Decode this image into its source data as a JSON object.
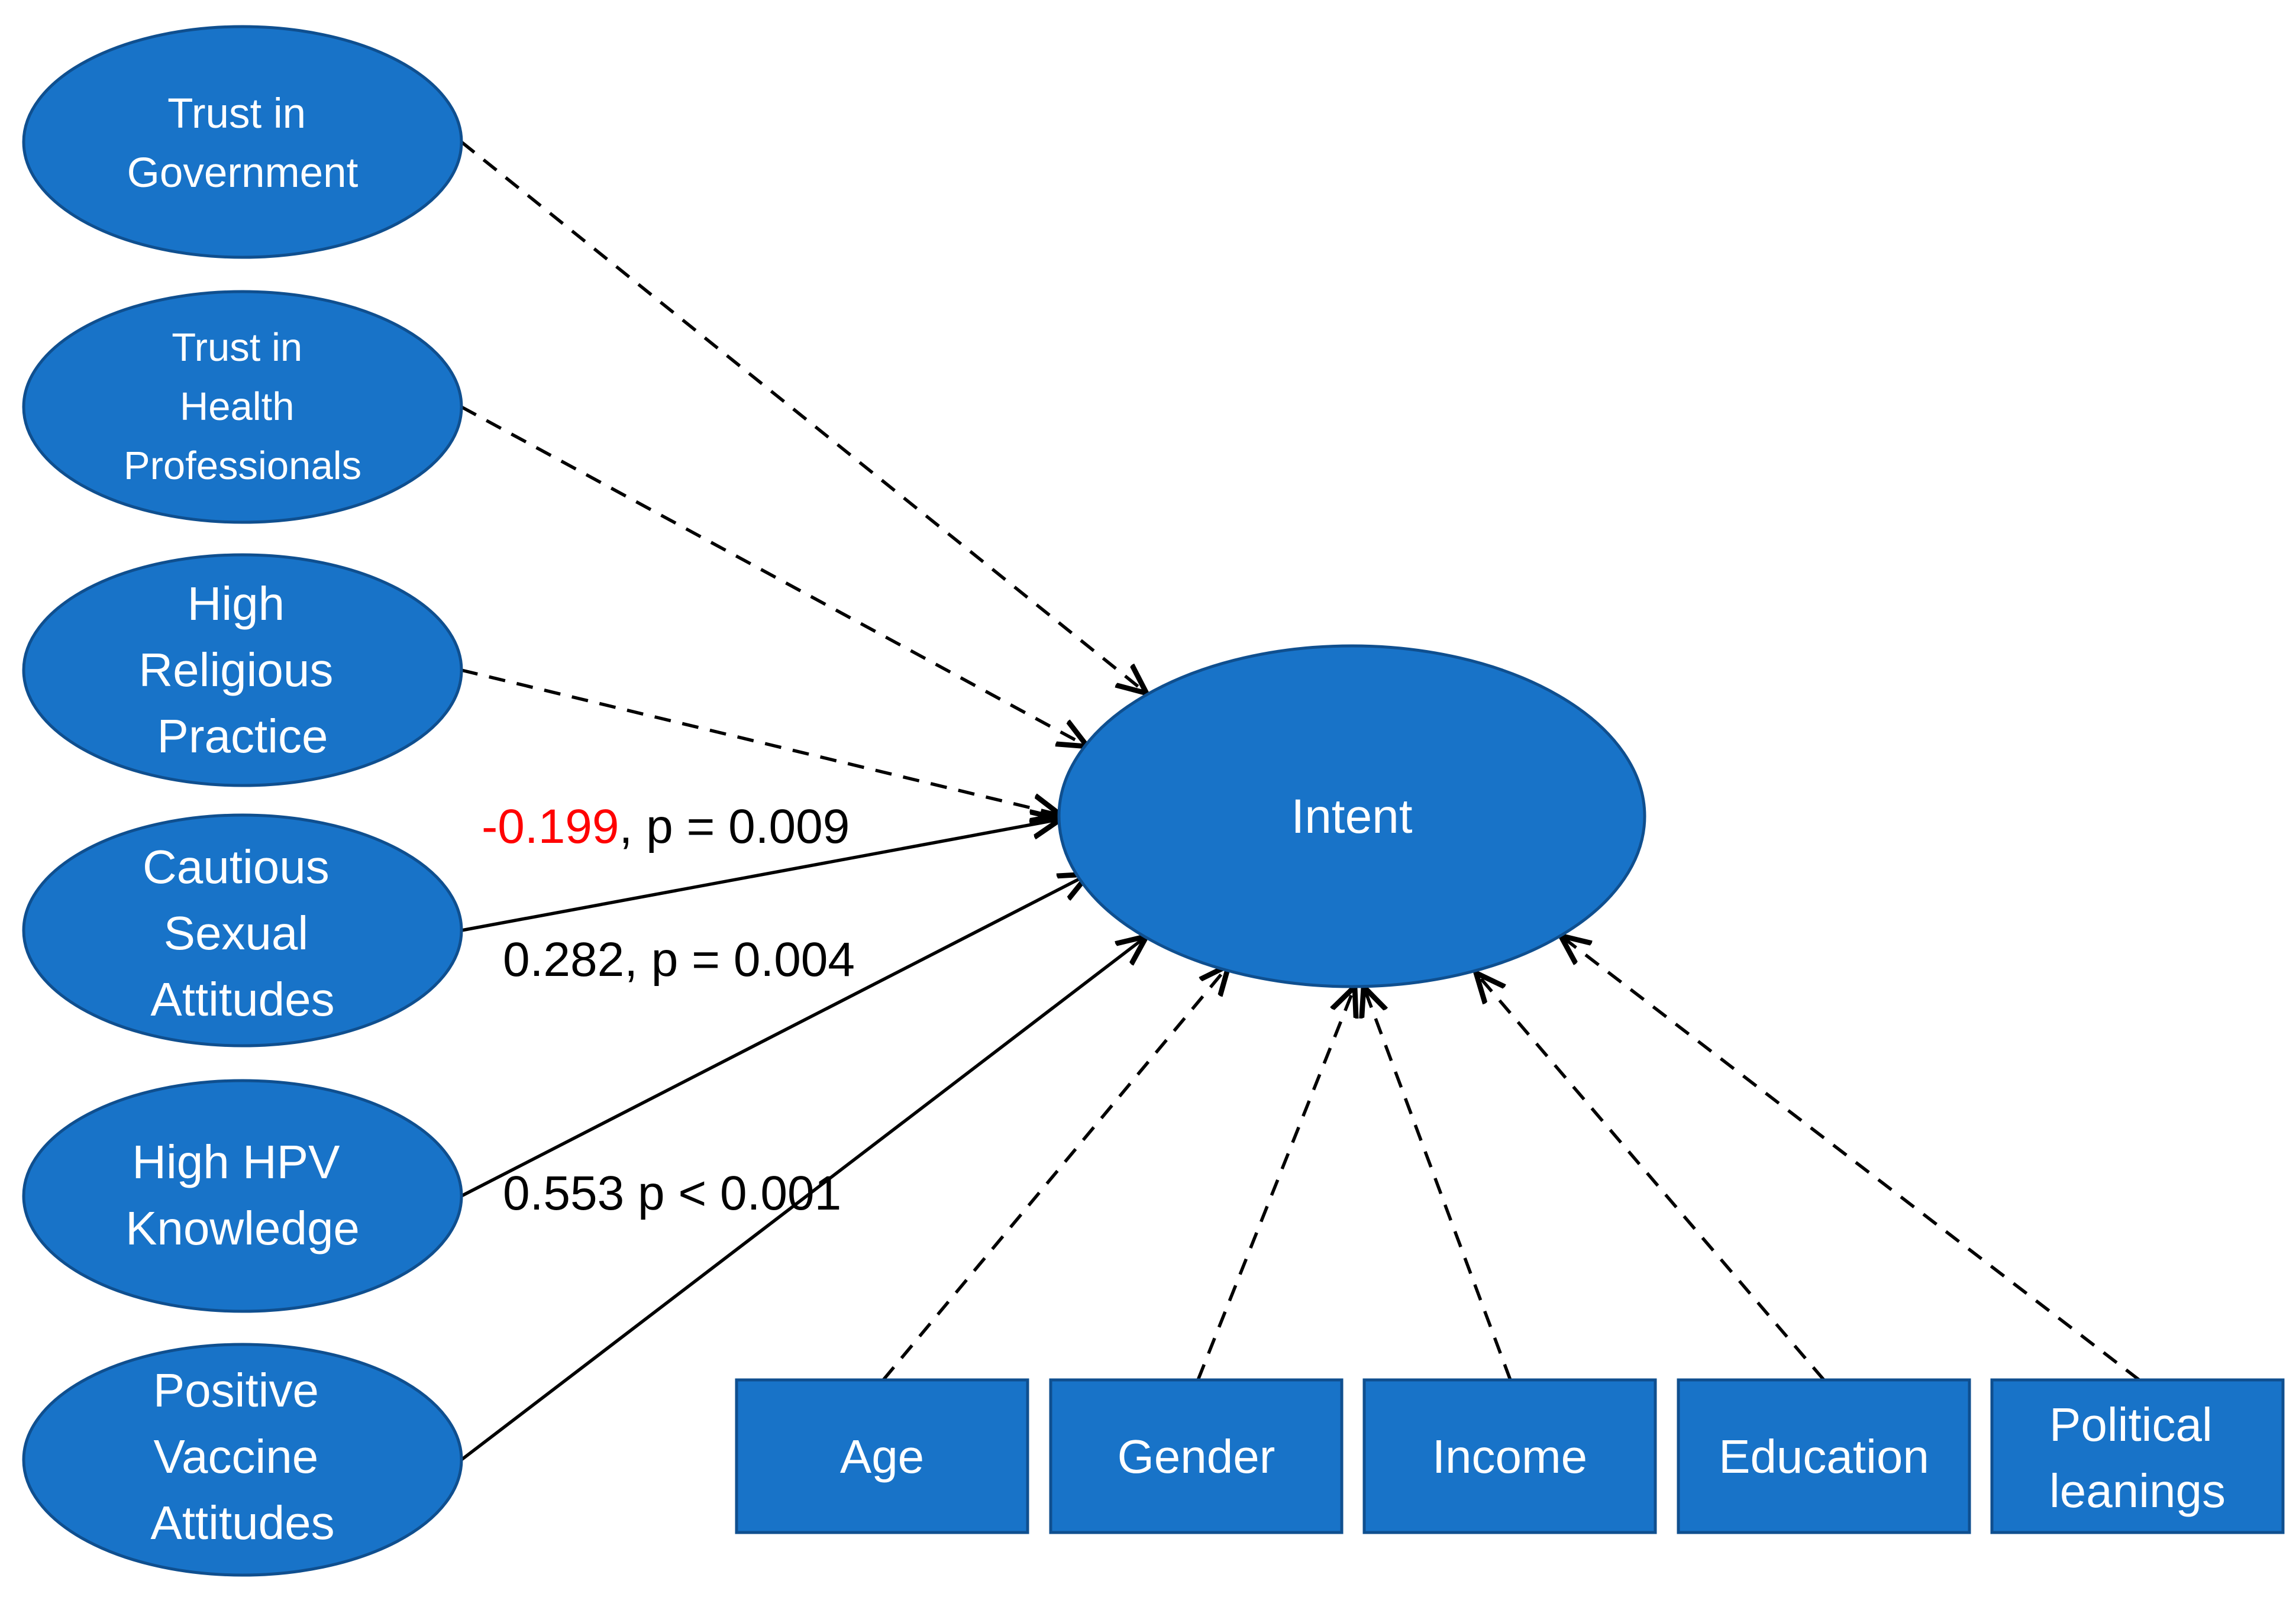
{
  "colors": {
    "node_fill": "#1873C8",
    "node_stroke": "#0F4F8F",
    "node_text": "#FFFFFF",
    "edge": "#000000",
    "negative_coef": "#FF0000"
  },
  "predictors": [
    {
      "id": "trust-government",
      "lines": [
        "Trust in",
        "Government"
      ],
      "significant": false
    },
    {
      "id": "trust-health",
      "lines": [
        "Trust in",
        "Health",
        "Professionals"
      ],
      "significant": false
    },
    {
      "id": "religious",
      "lines": [
        "High",
        "Religious",
        "Practice"
      ],
      "significant": false
    },
    {
      "id": "sexual",
      "lines": [
        "Cautious",
        "Sexual",
        "Attitudes"
      ],
      "significant": true
    },
    {
      "id": "hpv-knowledge",
      "lines": [
        "High HPV",
        "Knowledge"
      ],
      "significant": true
    },
    {
      "id": "vaccine-attitudes",
      "lines": [
        "Positive",
        "Vaccine",
        "Attitudes"
      ],
      "significant": true
    }
  ],
  "outcome": {
    "label": "Intent"
  },
  "covariates": [
    {
      "id": "age",
      "lines": [
        "Age"
      ]
    },
    {
      "id": "gender",
      "lines": [
        "Gender"
      ]
    },
    {
      "id": "income",
      "lines": [
        "Income"
      ]
    },
    {
      "id": "education",
      "lines": [
        "Education"
      ]
    },
    {
      "id": "political",
      "lines": [
        "Political",
        "leanings"
      ]
    }
  ],
  "coefficients": {
    "sexual": {
      "estimate": "-0.199",
      "rest": ", p = 0.009"
    },
    "hpv_knowledge": {
      "text": "0.282, p = 0.004"
    },
    "vaccine_attitudes": {
      "text": "0.553 p < 0.001"
    }
  }
}
